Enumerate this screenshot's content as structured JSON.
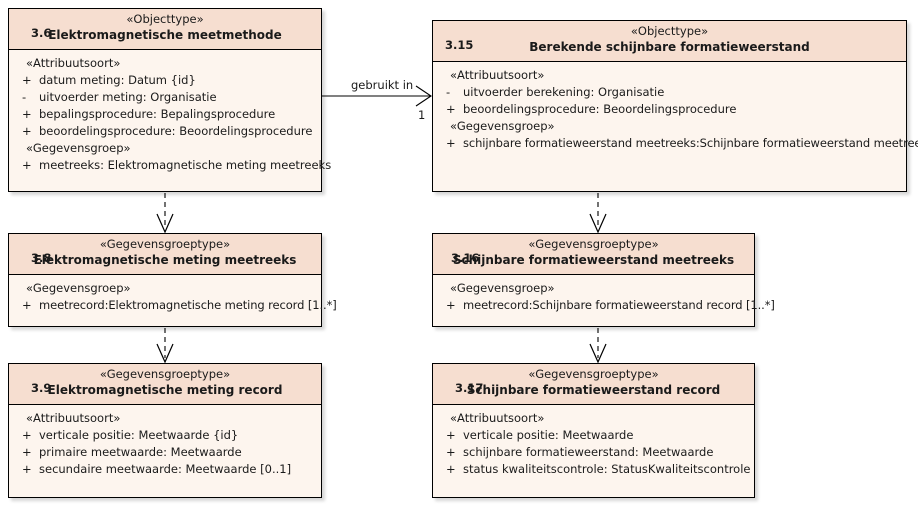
{
  "diagram": {
    "type": "uml-class-diagram",
    "title": "Elektromagnetische meetmethode / Berekende schijnbare formatieweerstand",
    "colors": {
      "class_fill": "#fdf5ee",
      "class_header_fill": "#f6ded0",
      "border": "#000000",
      "text": "#1a1a1a"
    }
  },
  "classes": [
    {
      "id": "c36",
      "number": "3.6",
      "stereotype": "«Objecttype»",
      "name": "Elektromagnetische meetmethode",
      "compartments": [
        {
          "label": "«Attribuutsoort»",
          "attributes": [
            {
              "visibility": "+",
              "text": "datum meting: Datum {id}"
            },
            {
              "visibility": "-",
              "text": "uitvoerder meting: Organisatie"
            },
            {
              "visibility": "+",
              "text": "bepalingsprocedure: Bepalingsprocedure"
            },
            {
              "visibility": "+",
              "text": "beoordelingsprocedure: Beoordelingsprocedure"
            }
          ]
        },
        {
          "label": "«Gegevensgroep»",
          "attributes": [
            {
              "visibility": "+",
              "text": "meetreeks: Elektromagnetische meting meetreeks"
            }
          ]
        }
      ]
    },
    {
      "id": "c315",
      "number": "3.15",
      "stereotype": "«Objecttype»",
      "name": "Berekende schijnbare formatieweerstand",
      "compartments": [
        {
          "label": "«Attribuutsoort»",
          "attributes": [
            {
              "visibility": "-",
              "text": "uitvoerder berekening: Organisatie"
            },
            {
              "visibility": "+",
              "text": "beoordelingsprocedure: Beoordelingsprocedure"
            }
          ]
        },
        {
          "label": "«Gegevensgroep»",
          "attributes": [
            {
              "visibility": "+",
              "text": "schijnbare formatieweerstand meetreeks:Schijnbare formatieweerstand meetreeks"
            }
          ]
        }
      ]
    },
    {
      "id": "c38",
      "number": "3.8",
      "stereotype": "«Gegevensgroeptype»",
      "name": "Elektromagnetische meting meetreeks",
      "compartments": [
        {
          "label": "«Gegevensgroep»",
          "attributes": [
            {
              "visibility": "+",
              "text": "meetrecord:Elektromagnetische meting record [1..*]"
            }
          ]
        }
      ]
    },
    {
      "id": "c316",
      "number": "3.16",
      "stereotype": "«Gegevensgroeptype»",
      "name": "Schijnbare formatieweerstand meetreeks",
      "compartments": [
        {
          "label": "«Gegevensgroep»",
          "attributes": [
            {
              "visibility": "+",
              "text": "meetrecord:Schijnbare formatieweerstand record [1..*]"
            }
          ]
        }
      ]
    },
    {
      "id": "c39",
      "number": "3.9",
      "stereotype": "«Gegevensgroeptype»",
      "name": "Elektromagnetische meting record",
      "compartments": [
        {
          "label": "«Attribuutsoort»",
          "attributes": [
            {
              "visibility": "+",
              "text": "verticale positie: Meetwaarde {id}"
            },
            {
              "visibility": "+",
              "text": "primaire meetwaarde: Meetwaarde"
            },
            {
              "visibility": "+",
              "text": "secundaire meetwaarde: Meetwaarde [0..1]"
            }
          ]
        }
      ]
    },
    {
      "id": "c317",
      "number": "3.17",
      "stereotype": "«Gegevensgroeptype»",
      "name": "Schijnbare formatieweerstand record",
      "compartments": [
        {
          "label": "«Attribuutsoort»",
          "attributes": [
            {
              "visibility": "+",
              "text": "verticale positie: Meetwaarde"
            },
            {
              "visibility": "+",
              "text": "schijnbare formatieweerstand: Meetwaarde"
            },
            {
              "visibility": "+",
              "text": "status kwaliteitscontrole: StatusKwaliteitscontrole"
            }
          ]
        }
      ]
    }
  ],
  "connectors": [
    {
      "id": "assoc-gebruikt-in",
      "kind": "association",
      "from": "c36",
      "to": "c315",
      "label": "gebruikt in",
      "target_multiplicity": "1"
    },
    {
      "id": "dep-36-38",
      "kind": "dependency",
      "from": "c36",
      "to": "c38",
      "label": ""
    },
    {
      "id": "dep-38-39",
      "kind": "dependency",
      "from": "c38",
      "to": "c39",
      "label": ""
    },
    {
      "id": "dep-315-316",
      "kind": "dependency",
      "from": "c315",
      "to": "c316",
      "label": ""
    },
    {
      "id": "dep-316-317",
      "kind": "dependency",
      "from": "c316",
      "to": "c317",
      "label": ""
    }
  ]
}
